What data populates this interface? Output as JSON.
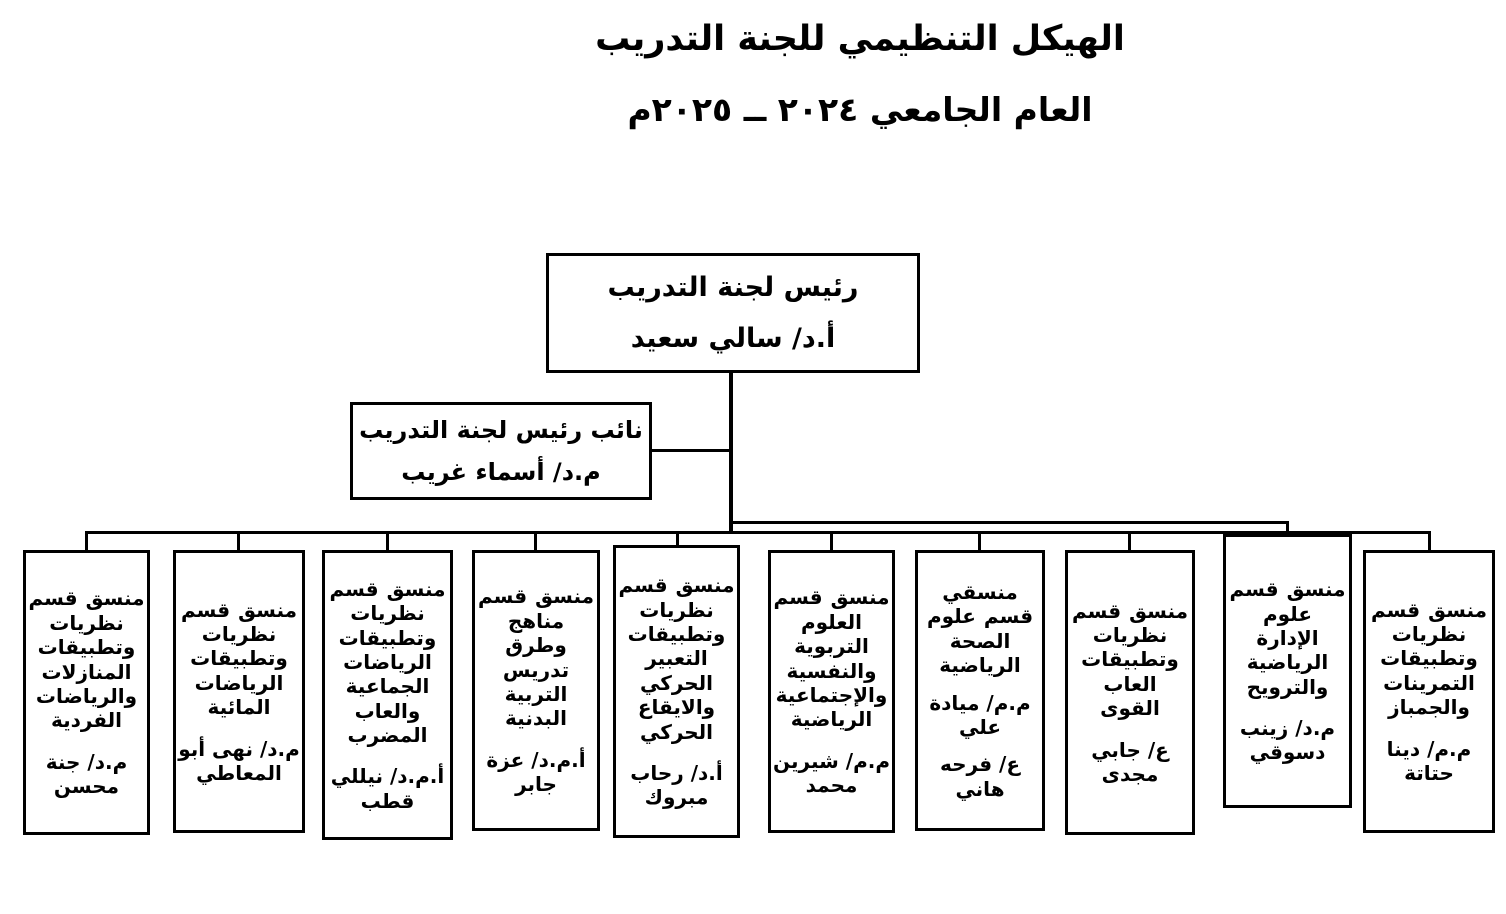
{
  "colors": {
    "ink": "#000000",
    "background": "#ffffff"
  },
  "title": {
    "line1": "الهيكل التنظيمي للجنة التدريب",
    "line2": "العام الجامعي ٢٠٢٤ ــ ٢٠٢٥م"
  },
  "chairman": {
    "role": "رئيس لجنة التدريب",
    "name": "أ.د/ سالي سعيد"
  },
  "vice_chair": {
    "role": "نائب رئيس لجنة التدريب",
    "name": "م.د/ أسماء غريب"
  },
  "departments": [
    {
      "title": "منسق قسم نظريات وتطبيقات المنازلات والرياضات الفردية",
      "names": [
        "م.د/ جنة محسن"
      ]
    },
    {
      "title": "منسق قسم نظريات وتطبيقات الرياضات المائية",
      "names": [
        "م.د/ نهى أبو المعاطي"
      ]
    },
    {
      "title": "منسق قسم نظريات وتطبيقات الرياضات الجماعية والعاب المضرب",
      "names": [
        "أ.م.د/ نيللي قطب"
      ]
    },
    {
      "title": "منسق قسم مناهج وطرق تدريس التربية البدنية",
      "names": [
        "أ.م.د/ عزة جابر"
      ]
    },
    {
      "title": "منسق قسم نظريات وتطبيقات التعبير الحركي والايقاع الحركي",
      "names": [
        "أ.د/ رحاب مبروك"
      ]
    },
    {
      "title": "منسق قسم العلوم التربوية والنفسية والإجتماعية الرياضية",
      "names": [
        "م.م/ شيرين محمد"
      ]
    },
    {
      "title": "منسقي قسم علوم الصحة الرياضية",
      "names": [
        "م.م/ ميادة علي",
        "ع/ فرحه هاني"
      ]
    },
    {
      "title": "منسق قسم نظريات وتطبيقات العاب القوى",
      "names": [
        "ع/ جابي مجدى"
      ]
    },
    {
      "title": "منسق قسم علوم الإدارة الرياضية والترويح",
      "names": [
        "م.د/ زينب دسوقي"
      ]
    },
    {
      "title": "منسق قسم نظريات وتطبيقات التمرينات والجمباز",
      "names": [
        "م.م/ دينا حتاتة"
      ]
    }
  ]
}
